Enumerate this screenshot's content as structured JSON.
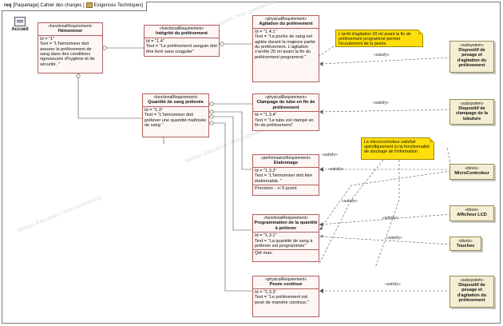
{
  "tab": {
    "prefix": "req",
    "path": "[Paquetage] Cahier des charges [",
    "name": "Exigences Techniques",
    "suffix": "]"
  },
  "accueil": "Accueil",
  "watermark": "Version Éducation / Non commercial",
  "stereotypes": {
    "functional": "«functionalRequirement»",
    "physical": "«physicalRequirement»",
    "performance": "«performanceRequirement»",
    "subsystem": "«subsystem»",
    "block": "«block»"
  },
  "requirements": {
    "hemomixer": {
      "name": "Hémomixer",
      "id": "Id = \"1\"",
      "text": "Text = \"L'hémomixer doit assurer le prélèvement de sang dans des conditions rigoureuses d'hygiène et de sécurité. \""
    },
    "integrite": {
      "name": "Intégrité du prélèvement",
      "id": "Id = \"1.4\"",
      "text": "Text = \"Le prélèvement sanguin doit être livré sans coaguler\""
    },
    "agitation": {
      "name": "Agitation du prélèvement",
      "id": "Id = \"1.4.1\"",
      "text": "Text = \"La poche de sang est agitée durant la majeure partie du prélèvement. L'agitation s'arrête 20 ml avant la fin du prélèvement programmé.\""
    },
    "quantite": {
      "name": "Quantité de sang prélevée",
      "id": "Id = \"1.3\"",
      "text": "Text = \"L'hémomixer doit prélever une quantité maîtrisée de sang \""
    },
    "clampage": {
      "name": "Clampage du tube en fin de prélèvement",
      "id": "Id = \"1.3.4\"",
      "text": "Text = \"Le tube est clampé en fin de prélèvement\""
    },
    "etalonnage": {
      "name": "Etalonnage",
      "id": "Id = \"1.3.2\"",
      "text": "Text = \"L'hémomixer doit être étalonnable. \"",
      "compartment": "Precision : +/-5 pcent"
    },
    "programmation": {
      "name": "Programmation de la quantité à prélever",
      "id": "Id = \"1.3.1\"",
      "text": "Text = \"La quantité de sang à prélever est programmée\"",
      "compartment": "Qté max:"
    },
    "pesee": {
      "name": "Pesée continue",
      "id": "Id = \"1.3.3\"",
      "text": "Text = \"Le prélèvement est pesé de manière continue.\""
    }
  },
  "blocks": {
    "dispositif1": "Dispositif de pesage et d'agitation du prélèvement",
    "clampage": "Dispositif de clampage de la tubulure",
    "micro": "MicroControleur",
    "lcd": "Afficheur LCD",
    "touches": "Touches",
    "dispositif2": "Dispositif de pesage et d'agitation du prélèvement"
  },
  "notes": {
    "agitation": "L'arrêt d'agitation 20 ml avant la fin de prélèvement programmé permet l'écoulement de la pesée",
    "micro": "Le microcontroleur satisfait spécifiquement ici la fonctionnalité de stockage de l'information"
  },
  "satisfy": "«satisfy»"
}
